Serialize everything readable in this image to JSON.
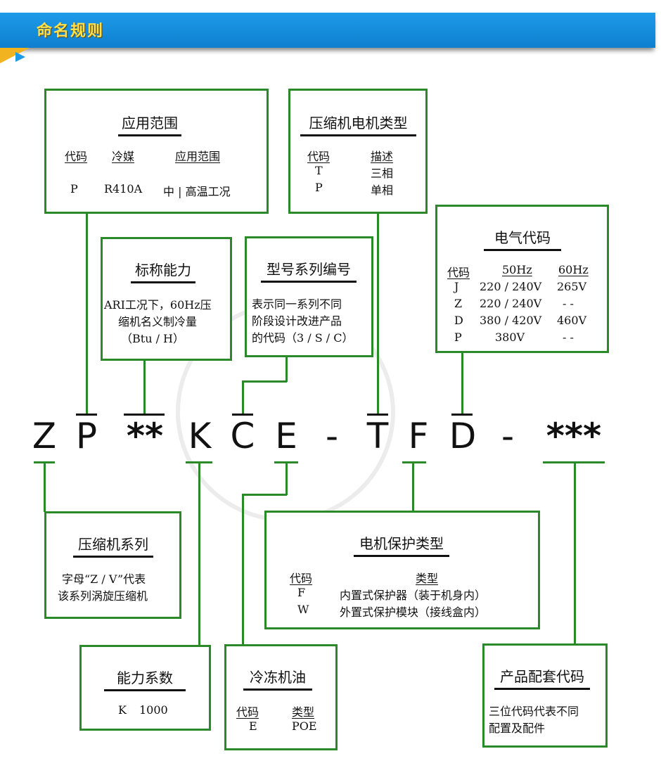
{
  "banner": {
    "title": "命名规则"
  },
  "code": [
    "Z",
    "P",
    "**",
    "K",
    "C",
    "E",
    "-",
    "T",
    "F",
    "D",
    "-",
    "***"
  ],
  "application": {
    "title": "应用范围",
    "headers": [
      "代码",
      "冷媒",
      "应用范围"
    ],
    "row": [
      "P",
      "R410A",
      "中 | 高温工况"
    ]
  },
  "motor_type": {
    "title": "压缩机电机类型",
    "headers": [
      "代码",
      "描述"
    ],
    "rows": [
      [
        "T",
        "三相"
      ],
      [
        "P",
        "单相"
      ]
    ]
  },
  "capacity": {
    "title": "标称能力",
    "lines": [
      "ARI工况下，60Hz压",
      "缩机名义制冷量",
      "（Btu / H）"
    ]
  },
  "model_series": {
    "title": "型号系列编号",
    "lines": [
      "表示同一系列不同",
      "阶段设计改进产品",
      "的代码（3 / S / C）"
    ]
  },
  "electrical": {
    "title": "电气代码",
    "headers": [
      "代码",
      "50Hz",
      "60Hz"
    ],
    "rows": [
      [
        "J",
        "220 / 240V",
        "265V"
      ],
      [
        "Z",
        "220 / 240V",
        "- -"
      ],
      [
        "D",
        "380 / 420V",
        "460V"
      ],
      [
        "P",
        "380V",
        "- -"
      ]
    ]
  },
  "compressor_series": {
    "title": "压缩机系列",
    "lines": [
      "字母“Z / V”代表",
      "该系列涡旋压缩机"
    ]
  },
  "motor_protection": {
    "title": "电机保护类型",
    "headers": [
      "代码",
      "类型"
    ],
    "rows": [
      [
        "F",
        "内置式保护器（装于机身内）"
      ],
      [
        "W",
        "外置式保护模块（接线盒内）"
      ]
    ]
  },
  "capacity_factor": {
    "title": "能力系数",
    "row": [
      "K",
      "1000"
    ]
  },
  "oil": {
    "title": "冷冻机油",
    "headers": [
      "代码",
      "类型"
    ],
    "row": [
      "E",
      "POE"
    ]
  },
  "product_set": {
    "title": "产品配套代码",
    "lines": [
      "三位代码代表不同",
      "配置及配件"
    ]
  },
  "colors": {
    "banner": "#1d9be8",
    "banner_title": "#ffe04d",
    "box_border": "#2a8a2a"
  }
}
